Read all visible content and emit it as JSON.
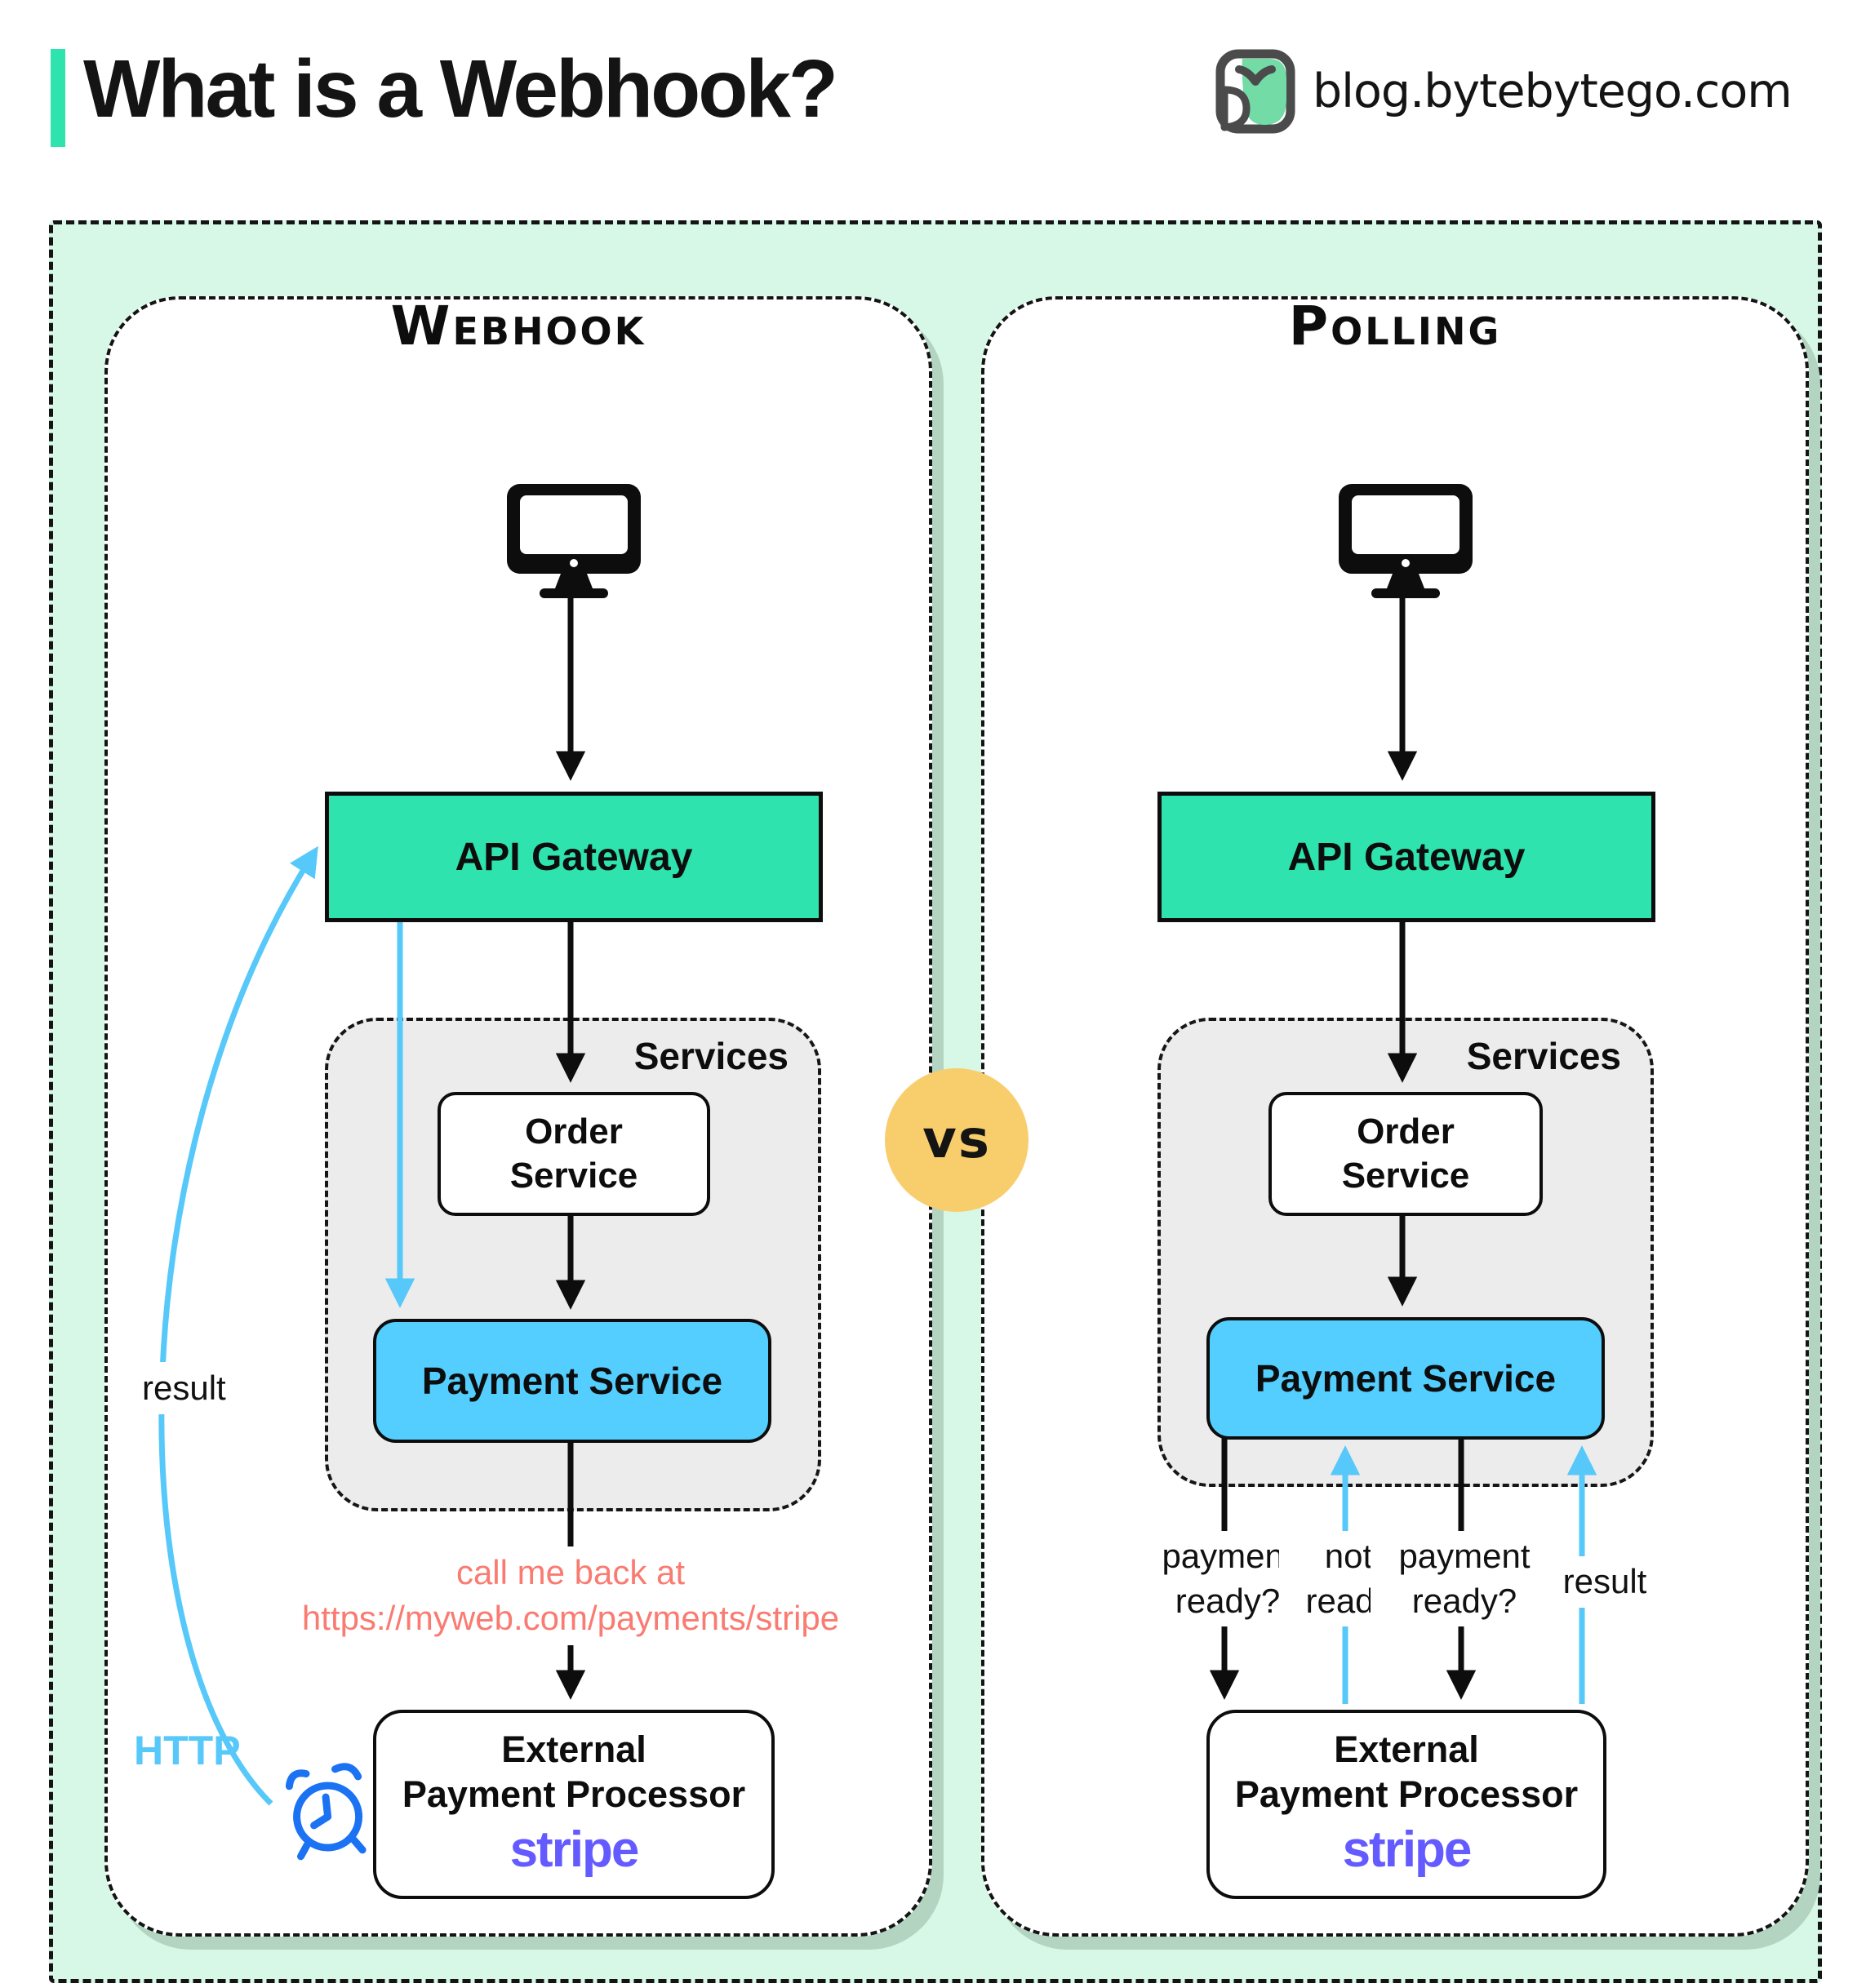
{
  "header": {
    "title": "What is a Webhook?",
    "site": "blog.bytebytego.com"
  },
  "vs_badge": "vs",
  "colors": {
    "mint_background": "#d7f8e6",
    "teal_accent": "#2ee3ad",
    "payment_blue": "#53cefe",
    "arrow_blue": "#56c8f9",
    "clock_blue": "#1b72f3",
    "callback_salmon": "#f97b71",
    "stripe_purple": "#635bff",
    "vs_yellow": "#f8cd6b",
    "services_gray": "#ececec"
  },
  "panels": [
    {
      "key": "webhook",
      "title": "Webhook",
      "client_icon": "desktop-computer",
      "api_gateway_label": "API Gateway",
      "services_group_label": "Services",
      "order_service_lines": [
        "Order",
        "Service"
      ],
      "payment_service_label": "Payment Service",
      "callback_note_lines": [
        "call me back at",
        "https://myweb.com/payments/stripe"
      ],
      "result_label": "result",
      "http_label": "HTTP",
      "external_processor_lines": [
        "External",
        "Payment Processor"
      ],
      "external_processor_brand": "stripe"
    },
    {
      "key": "polling",
      "title": "Polling",
      "client_icon": "desktop-computer",
      "api_gateway_label": "API Gateway",
      "services_group_label": "Services",
      "order_service_lines": [
        "Order",
        "Service"
      ],
      "payment_service_label": "Payment Service",
      "arrow_labels": [
        {
          "lines": [
            "payment",
            "ready?"
          ],
          "direction": "request-down",
          "color": "black"
        },
        {
          "lines": [
            "not",
            "ready"
          ],
          "direction": "response-up",
          "color": "blue"
        },
        {
          "lines": [
            "payment",
            "ready?"
          ],
          "direction": "request-down",
          "color": "black"
        },
        {
          "lines": [
            "result"
          ],
          "direction": "response-up",
          "color": "blue"
        }
      ],
      "external_processor_lines": [
        "External",
        "Payment Processor"
      ],
      "external_processor_brand": "stripe"
    }
  ]
}
